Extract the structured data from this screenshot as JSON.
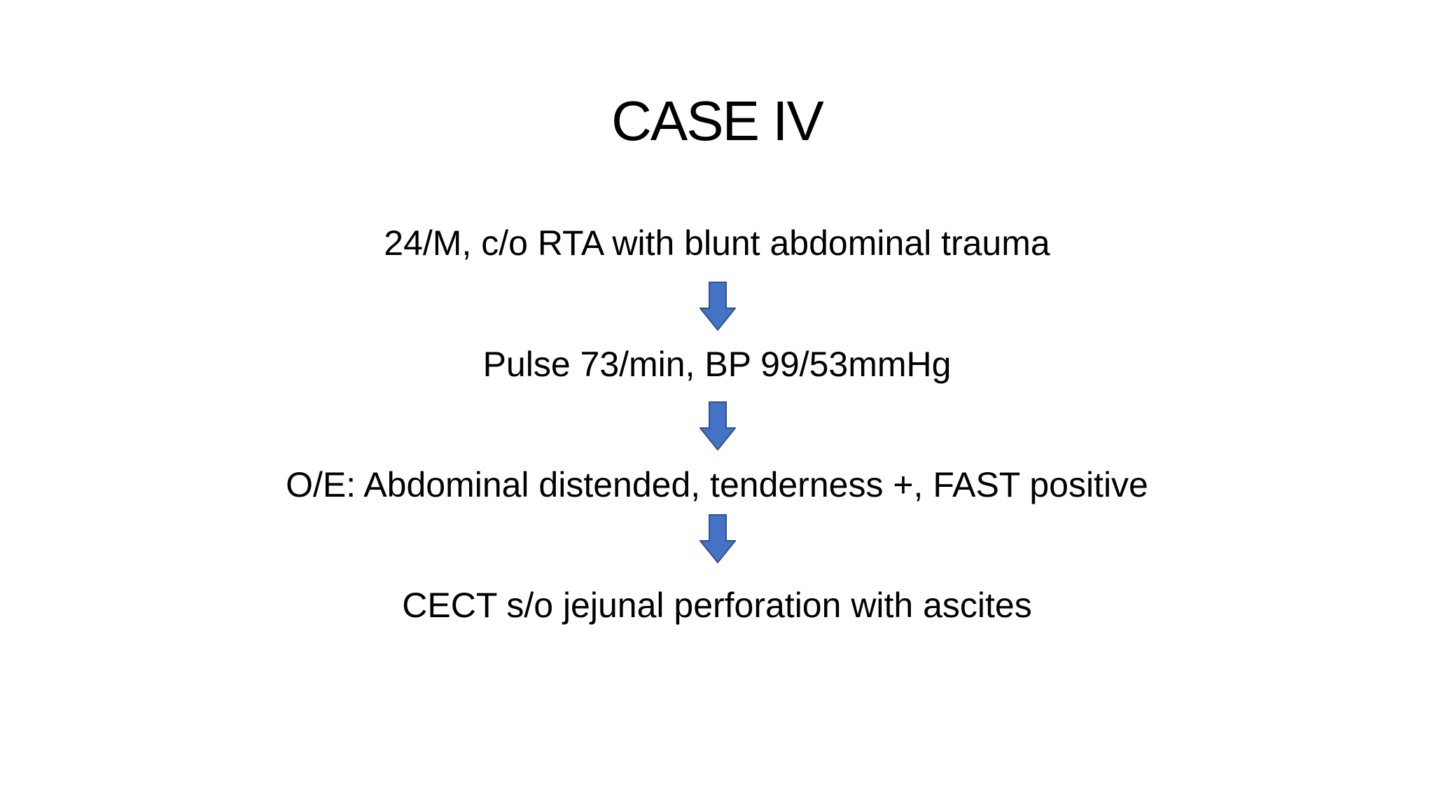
{
  "slide": {
    "title": "CASE IV",
    "steps": [
      "24/M, c/o RTA with blunt abdominal trauma",
      "Pulse 73/min, BP 99/53mmHg",
      "O/E: Abdominal distended, tenderness +, FAST positive",
      "CECT s/o jejunal perforation with ascites"
    ],
    "arrow_fill": "#4472C4",
    "arrow_stroke": "#2F528F",
    "arrow_icon": "down-arrow-icon"
  }
}
